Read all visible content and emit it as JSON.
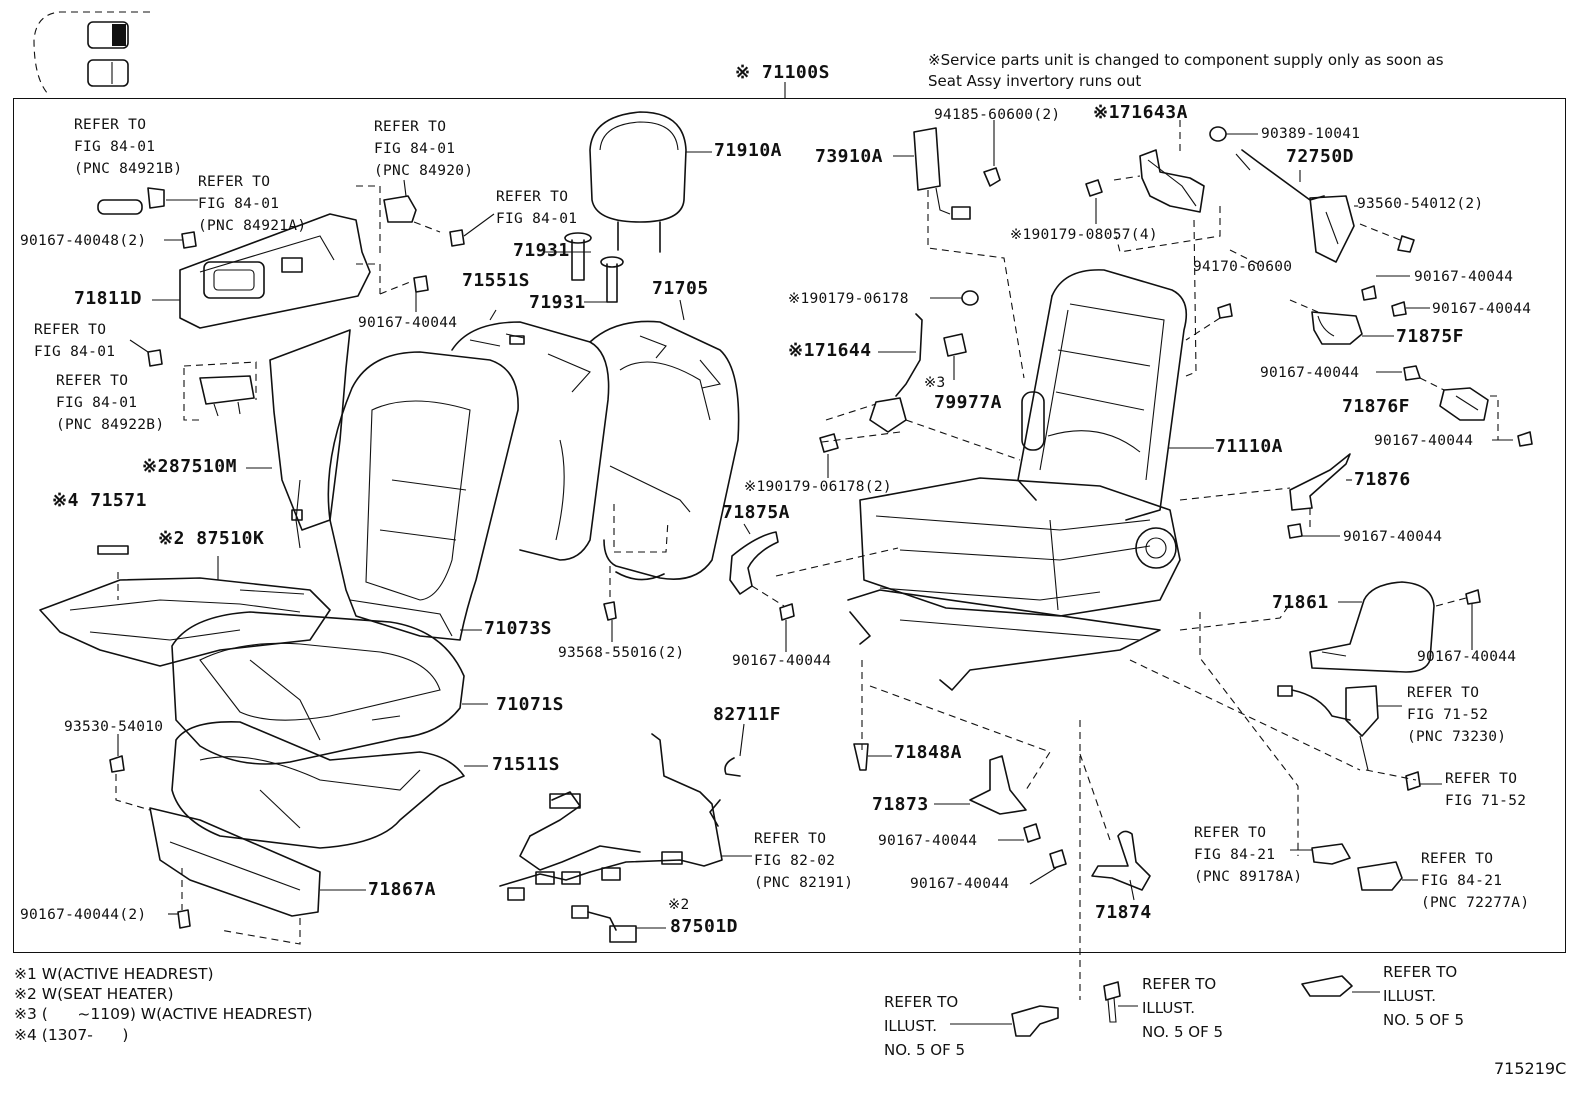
{
  "header": {
    "assy_number": "※ 71100S",
    "service_note_line1": "※Service parts unit is changed to component supply only as soon as",
    "service_note_line2": "Seat Assy invertory runs out",
    "illustration_code": "715219C"
  },
  "footnotes": [
    "※1 W(ACTIVE HEADREST)",
    "※2 W(SEAT HEATER)",
    "※3 (      ~1109) W(ACTIVE HEADREST)",
    "※4 (1307-      )"
  ],
  "parts": {
    "p71910A": "71910A",
    "p73910A": "73910A",
    "p94185": "94185-60600(2)",
    "p71643A": "※171643A",
    "p90389": "90389-10041",
    "p72750D": "72750D",
    "p93560": "93560-54012(2)",
    "p90179_08057": "※190179-08057(4)",
    "p94170": "94170-60600",
    "p90167_r1": "90167-40044",
    "p90167_r2": "90167-40044",
    "p71875F": "71875F",
    "p90167_r3": "90167-40044",
    "p71876F": "71876F",
    "p90167_r4": "90167-40044",
    "p71110A": "71110A",
    "p71876": "71876",
    "p90167_r5": "90167-40044",
    "p71861": "71861",
    "p90167_r6": "90167-40044",
    "p90179_06178": "※190179-06178",
    "p71644": "※171644",
    "p79977A": "79977A",
    "p79977A_mark": "※3",
    "p90179_06178_2": "※190179-06178(2)",
    "p71875A": "71875A",
    "p90167_c1": "90167-40044",
    "p82711F": "82711F",
    "p71848A": "71848A",
    "p71873": "71873",
    "p90167_c2": "90167-40044",
    "p90167_c3": "90167-40044",
    "p71874": "71874",
    "p87501D": "87501D",
    "p87501D_mark": "※2",
    "p71931a": "71931",
    "p71931b": "71931",
    "p71551S": "71551S",
    "p71705": "71705",
    "p90167_m1": "90167-40044",
    "p87510M": "※287510M",
    "p71571": "※4 71571",
    "p87510K": "※2 87510K",
    "p71073S": "71073S",
    "p93568": "93568-55016(2)",
    "p71071S": "71071S",
    "p71511S": "71511S",
    "p93530": "93530-54010",
    "p71867A": "71867A",
    "p90167_l1": "90167-40044(2)",
    "p90167_l2": "90167-40048(2)",
    "p71811D": "71811D"
  },
  "refs": {
    "ref_a": "REFER TO\nFIG 84-01\n(PNC 84921B)",
    "ref_b": "REFER TO\nFIG 84-01\n(PNC 84921A)",
    "ref_c": "REFER TO\nFIG 84-01\n(PNC 84920)",
    "ref_d": "REFER TO\nFIG 84-01",
    "ref_e": "REFER TO\nFIG 84-01",
    "ref_f": "REFER TO\nFIG 84-01\n(PNC 84922B)",
    "ref_g": "REFER TO\nFIG 82-02\n(PNC 82191)",
    "ref_h": "REFER TO\nFIG 71-52\n(PNC 73230)",
    "ref_i": "REFER TO\nFIG 71-52",
    "ref_j": "REFER TO\nFIG 84-21\n(PNC 89178A)",
    "ref_k": "REFER TO\nFIG 84-21\n(PNC 72277A)",
    "ref_l": "REFER TO\nILLUST.\nNO. 5 OF 5",
    "ref_m": "REFER TO\nILLUST.\nNO. 5 OF 5",
    "ref_n": "REFER TO\nILLUST.\nNO. 5 OF 5"
  }
}
